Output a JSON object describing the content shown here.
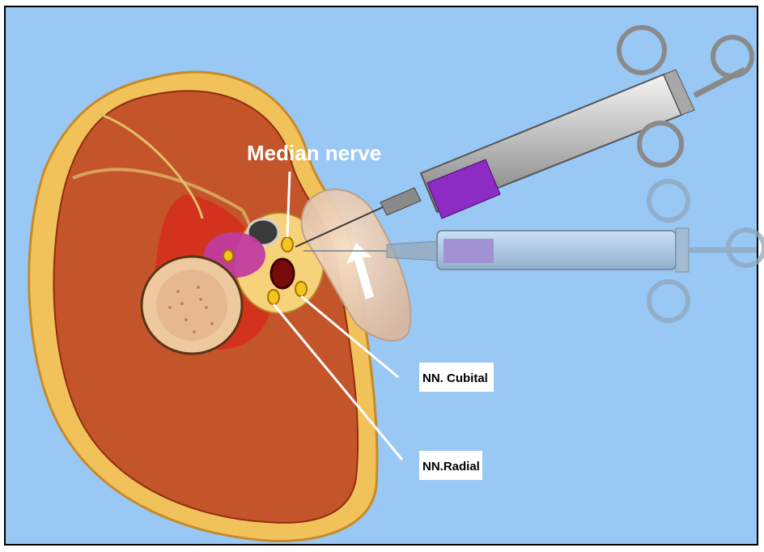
{
  "labels": {
    "median": "Median nerve",
    "cubital": "NN. Cubital",
    "radial": "NN.Radial"
  },
  "colors": {
    "background": "#99c8f4",
    "skin": "#f2c25a",
    "muscle": "#c4552a",
    "bone": "#eec9a0",
    "nerve": "#f5c51f",
    "artery": "#7a0a0a",
    "drug": "#8c2cc4",
    "flexor": "#c13ca0"
  },
  "icons": [
    "syringe-icon",
    "arrow-up-icon"
  ]
}
